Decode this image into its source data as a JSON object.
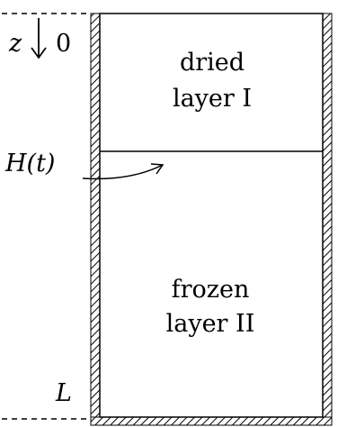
{
  "diagram": {
    "axis_label": "z",
    "origin_label": "0",
    "interface_label": "H(t)",
    "bottom_label": "L",
    "dried_layer": {
      "line1": "dried",
      "line2": "layer I"
    },
    "frozen_layer": {
      "line1": "frozen",
      "line2": "layer II"
    }
  }
}
